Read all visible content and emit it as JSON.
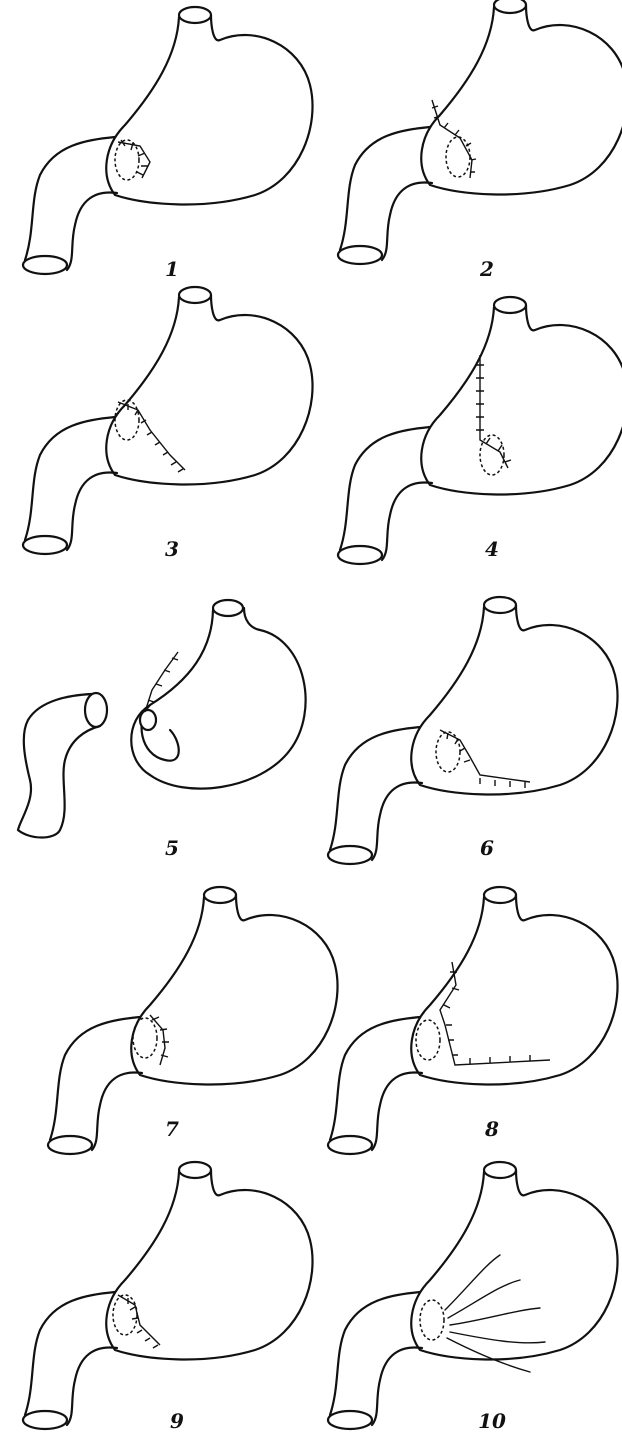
{
  "panels": [
    {
      "label": "1",
      "variant": "sutures-ring"
    },
    {
      "label": "2",
      "variant": "sutures-ring-upper"
    },
    {
      "label": "3",
      "variant": "sutures-ring-lower"
    },
    {
      "label": "4",
      "variant": "sutures-full-vertical"
    },
    {
      "label": "5",
      "variant": "separated-duodenum"
    },
    {
      "label": "6",
      "variant": "sutures-ring-lower-long"
    },
    {
      "label": "7",
      "variant": "sutures-ring-short"
    },
    {
      "label": "8",
      "variant": "sutures-ring-upper-lower"
    },
    {
      "label": "9",
      "variant": "sutures-ring-lower"
    },
    {
      "label": "10",
      "variant": "radiating-folds"
    }
  ]
}
